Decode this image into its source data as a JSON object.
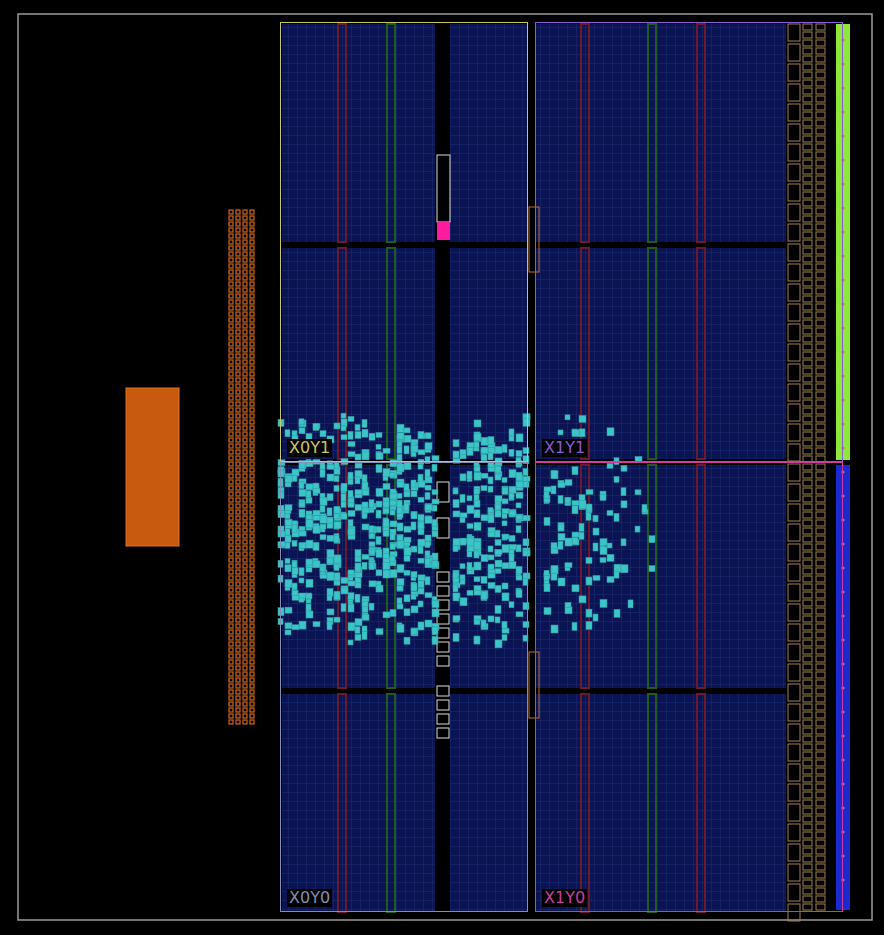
{
  "diagram": {
    "nodes": [
      {
        "text": [
          "X0Y1"
        ]
      },
      {
        "text": [
          "X1Y1"
        ]
      },
      {
        "text": [
          "X0Y0"
        ]
      },
      {
        "text": [
          "X1Y0"
        ]
      }
    ]
  }
}
